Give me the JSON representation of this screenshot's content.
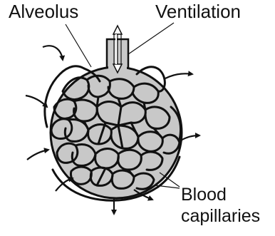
{
  "labels": {
    "alveolus": "Alveolus",
    "ventilation": "Ventilation",
    "blood_capillaries_line1": "Blood",
    "blood_capillaries_line2": "capillaries"
  },
  "colors": {
    "alveolus_fill": "#c8c8c8",
    "capillary_stroke": "#111111",
    "text": "#111111",
    "background": "#ffffff"
  }
}
